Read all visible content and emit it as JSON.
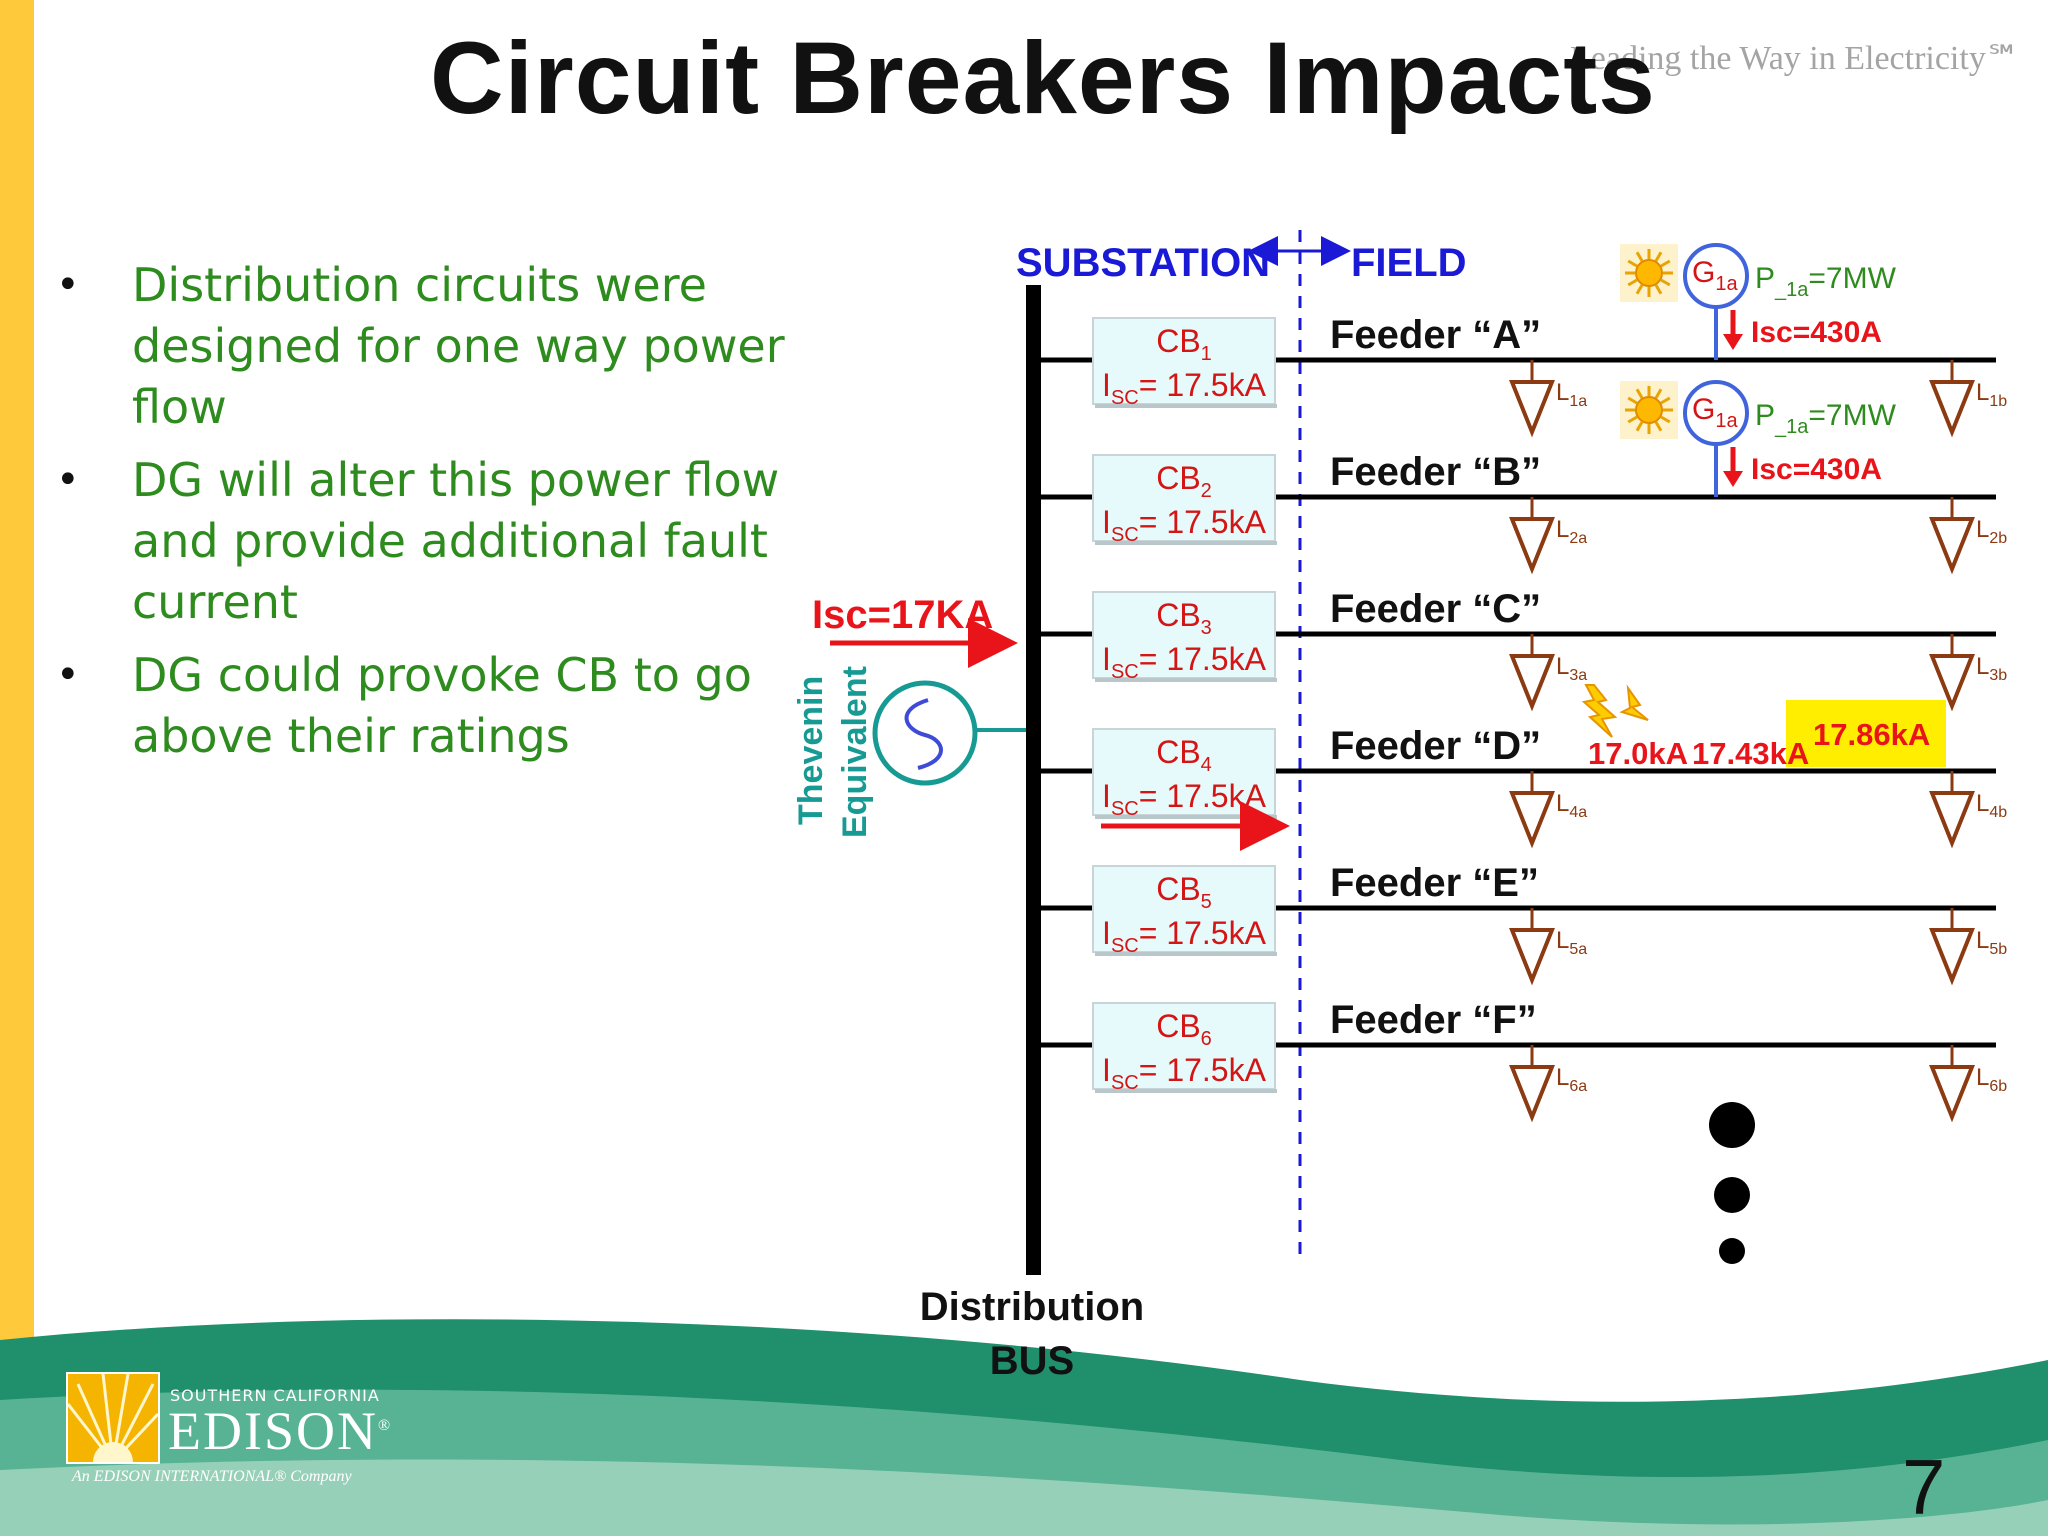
{
  "title": "Circuit Breakers Impacts",
  "tagline": "Leading the Way in Electricity℠",
  "bullets": [
    "Distribution circuits were designed for one way power flow",
    "DG will alter this power flow and provide additional fault current",
    "DG could provoke CB to go above their ratings"
  ],
  "diagram": {
    "substation_label": "SUBSTATION",
    "field_label": "FIELD",
    "bus_label": [
      "Distribution",
      "BUS"
    ],
    "thevenin_label": [
      "Thevenin",
      "Equivalent"
    ],
    "source_isc": "Isc=17KA",
    "breakers": [
      {
        "name": "CB",
        "sub": "1",
        "isc_prefix": "I",
        "isc_sub": "SC",
        "isc_value": "= 17.5kA"
      },
      {
        "name": "CB",
        "sub": "2",
        "isc_prefix": "I",
        "isc_sub": "SC",
        "isc_value": "= 17.5kA"
      },
      {
        "name": "CB",
        "sub": "3",
        "isc_prefix": "I",
        "isc_sub": "SC",
        "isc_value": "= 17.5kA"
      },
      {
        "name": "CB",
        "sub": "4",
        "isc_prefix": "I",
        "isc_sub": "SC",
        "isc_value": "= 17.5kA"
      },
      {
        "name": "CB",
        "sub": "5",
        "isc_prefix": "I",
        "isc_sub": "SC",
        "isc_value": "= 17.5kA"
      },
      {
        "name": "CB",
        "sub": "6",
        "isc_prefix": "I",
        "isc_sub": "SC",
        "isc_value": "= 17.5kA"
      }
    ],
    "feeders": [
      {
        "label": "Feeder “A”",
        "load_a": "1a",
        "load_b": "1b"
      },
      {
        "label": "Feeder “B”",
        "load_a": "2a",
        "load_b": "2b"
      },
      {
        "label": "Feeder “C”",
        "load_a": "3a",
        "load_b": "3b"
      },
      {
        "label": "Feeder “D”",
        "load_a": "4a",
        "load_b": "4b"
      },
      {
        "label": "Feeder “E”",
        "load_a": "5a",
        "load_b": "5b"
      },
      {
        "label": "Feeder “F”",
        "load_a": "6a",
        "load_b": "6b"
      }
    ],
    "load_prefix": "L",
    "generators": [
      {
        "name": "G",
        "sub": "1a",
        "power_prefix": "P",
        "power_sub": "_1a",
        "power_value": "=7MW",
        "isc": "Isc=430A"
      },
      {
        "name": "G",
        "sub": "1a",
        "power_prefix": "P",
        "power_sub": "_1a",
        "power_value": "=7MW",
        "isc": "Isc=430A"
      }
    ],
    "fault_currents": [
      "17.0kA",
      "17.43kA",
      "17.86kA"
    ]
  },
  "logo": {
    "top": "SOUTHERN CALIFORNIA",
    "main": "EDISON",
    "reg": "®",
    "sub": "An EDISON INTERNATIONAL® Company"
  },
  "page_number": "7",
  "colors": {
    "accent_bar": "#ffc93c",
    "bullet_text": "#2e8b1e",
    "breaker_text": "#d41515",
    "breaker_fill": "#e6fafb",
    "substation_blue": "#1a1ad6",
    "teal": "#179a93",
    "load_brown": "#8b3a12",
    "highlight_yellow": "#ffee00",
    "wave_green": "#1e8a6a"
  }
}
